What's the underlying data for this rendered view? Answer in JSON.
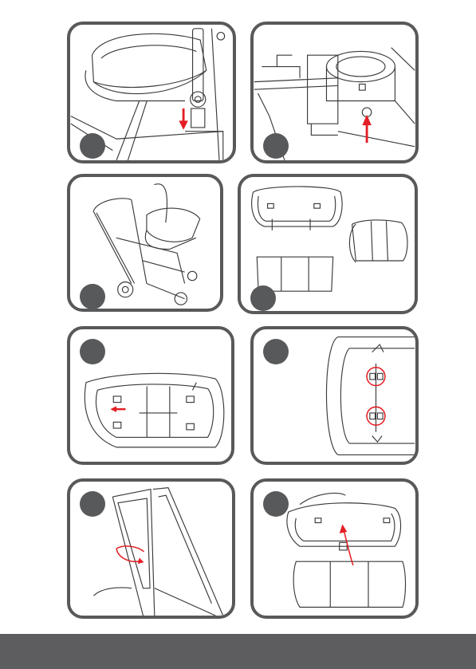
{
  "colors": {
    "border": "#58595b",
    "line": "#3a3a3a",
    "accent_red": "#e31e24",
    "footer": "#5d5d5f"
  },
  "panels": [
    {
      "id": "1",
      "illustration": "car-seat-lowering-onto-adapter",
      "step_marker": "filled-circle"
    },
    {
      "id": "2",
      "illustration": "release-button-press",
      "step_marker": "filled-circle"
    },
    {
      "id": "3",
      "illustration": "stroller-with-car-seat",
      "step_marker": "filled-circle"
    },
    {
      "id": "4",
      "illustration": "carrycot-parts",
      "step_marker": "filled-circle"
    },
    {
      "id": "5",
      "illustration": "carrycot-top-view-fasteners",
      "step_marker": "filled-circle"
    },
    {
      "id": "6",
      "illustration": "carrycot-detail-fasteners",
      "step_marker": "filled-circle"
    },
    {
      "id": "7",
      "illustration": "mattress-board-fold",
      "step_marker": "filled-circle"
    },
    {
      "id": "8",
      "illustration": "insert-mattress-into-carrycot",
      "step_marker": "filled-circle"
    }
  ]
}
